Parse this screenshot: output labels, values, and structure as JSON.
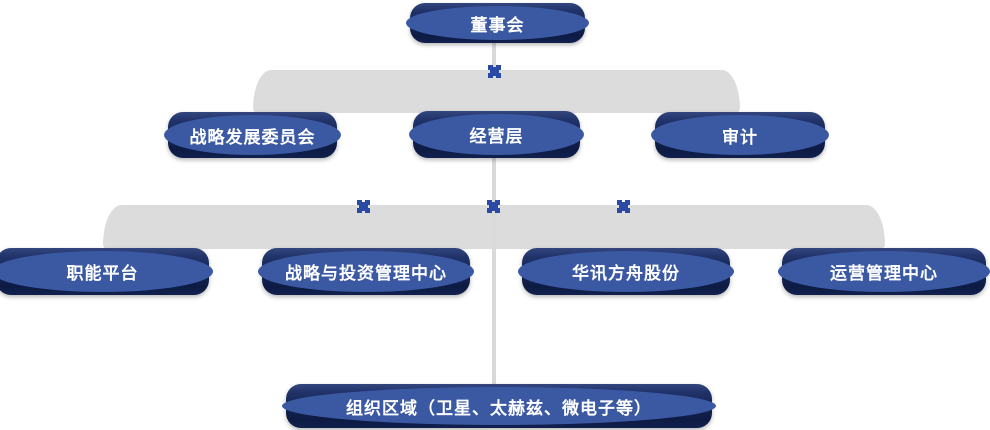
{
  "chart_type": "org-chart",
  "colors": {
    "node_gradient_top": "#33467e",
    "node_gradient_mid": "#152551",
    "node_gradient_bottom": "#0d1b44",
    "node_edge_highlight": "#3b59a3",
    "band_gray": "#dcdcdc",
    "line_gray": "#d9d9d9",
    "cross_blue": "#2b4aa5",
    "label_text": "#ffffff"
  },
  "nodes": [
    {
      "id": "board",
      "label": "董事会",
      "level": 1
    },
    {
      "id": "strategy-committee",
      "label": "战略发展委员会",
      "level": 2
    },
    {
      "id": "management",
      "label": "经营层",
      "level": 2
    },
    {
      "id": "audit",
      "label": "审计",
      "level": 2
    },
    {
      "id": "functional-platform",
      "label": "职能平台",
      "level": 3
    },
    {
      "id": "strategy-investment-center",
      "label": "战略与投资管理中心",
      "level": 3
    },
    {
      "id": "huaxun-ark-shares",
      "label": "华讯方舟股份",
      "level": 3
    },
    {
      "id": "operations-center",
      "label": "运营管理中心",
      "level": 3
    },
    {
      "id": "org-regions",
      "label": "组织区域（卫星、太赫兹、微电子等）",
      "level": 4
    }
  ]
}
